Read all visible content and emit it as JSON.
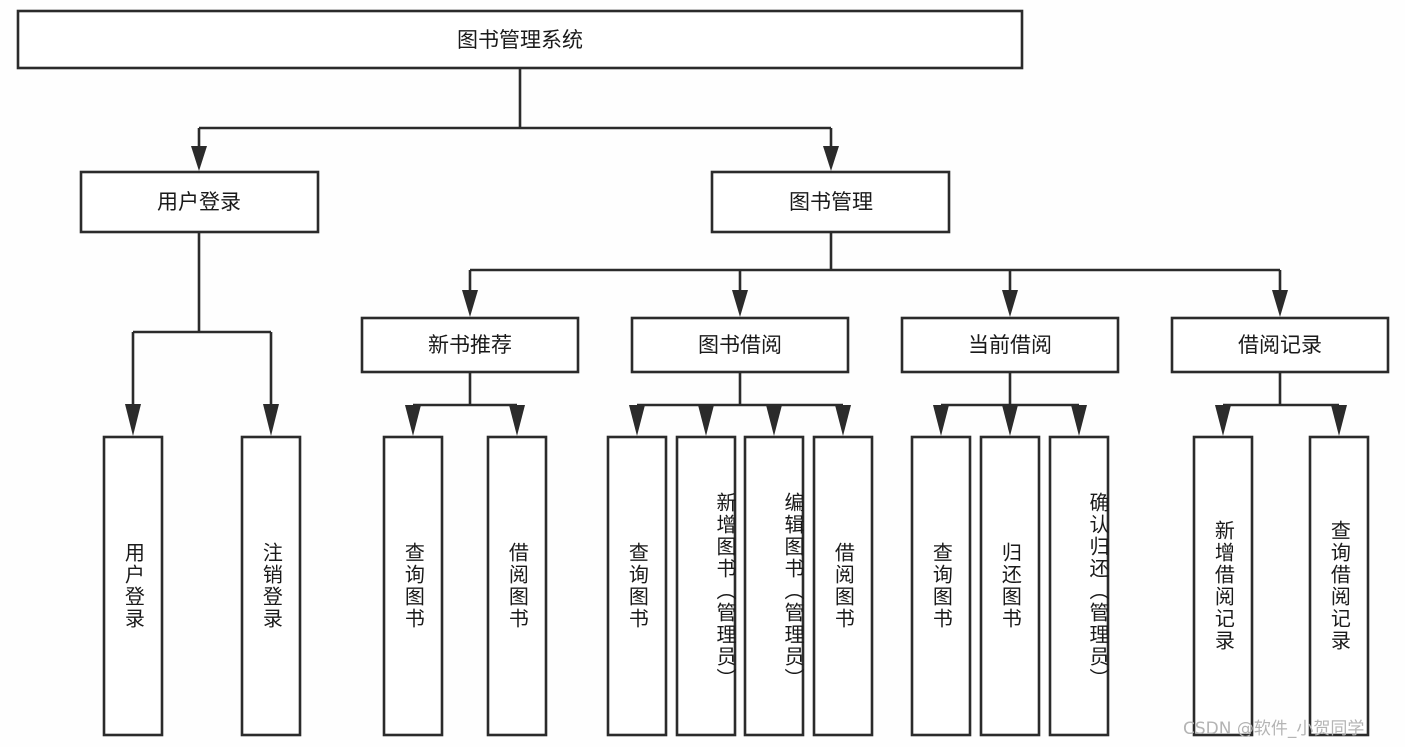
{
  "diagram": {
    "type": "tree-hierarchy",
    "title": "图书管理系统",
    "orientation": "top-down",
    "colors": {
      "background": "#fefefe",
      "box_fill": "#ffffff",
      "stroke": "#2b2b2b",
      "text": "#1a1a1a",
      "watermark": "#b4b4b4"
    },
    "root": {
      "id": "root",
      "label": "图书管理系统",
      "orientation": "horizontal"
    },
    "level2": [
      {
        "id": "user-login",
        "label": "用户登录",
        "orientation": "horizontal"
      },
      {
        "id": "book-manage",
        "label": "图书管理",
        "orientation": "horizontal"
      }
    ],
    "level3": [
      {
        "id": "new-book-recommend",
        "label": "新书推荐",
        "parent": "book-manage",
        "orientation": "horizontal"
      },
      {
        "id": "book-borrow",
        "label": "图书借阅",
        "parent": "book-manage",
        "orientation": "horizontal"
      },
      {
        "id": "current-borrow",
        "label": "当前借阅",
        "parent": "book-manage",
        "orientation": "horizontal"
      },
      {
        "id": "borrow-record",
        "label": "借阅记录",
        "parent": "book-manage",
        "orientation": "horizontal"
      }
    ],
    "leaves": [
      {
        "id": "leaf-user-login",
        "label": "用户登录",
        "parent": "user-login",
        "orientation": "vertical"
      },
      {
        "id": "leaf-logout-login",
        "label": "注销登录",
        "parent": "user-login",
        "orientation": "vertical"
      },
      {
        "id": "leaf-query-book-1",
        "label": "查询图书",
        "parent": "new-book-recommend",
        "orientation": "vertical"
      },
      {
        "id": "leaf-borrow-book-1",
        "label": "借阅图书",
        "parent": "new-book-recommend",
        "orientation": "vertical"
      },
      {
        "id": "leaf-query-book-2",
        "label": "查询图书",
        "parent": "book-borrow",
        "orientation": "vertical"
      },
      {
        "id": "leaf-add-book",
        "label": "新增图书（管理员）",
        "parent": "book-borrow",
        "orientation": "vertical"
      },
      {
        "id": "leaf-edit-book",
        "label": "编辑图书（管理员）",
        "parent": "book-borrow",
        "orientation": "vertical"
      },
      {
        "id": "leaf-borrow-book-2",
        "label": "借阅图书",
        "parent": "book-borrow",
        "orientation": "vertical"
      },
      {
        "id": "leaf-query-book-3",
        "label": "查询图书",
        "parent": "current-borrow",
        "orientation": "vertical"
      },
      {
        "id": "leaf-return-book",
        "label": "归还图书",
        "parent": "current-borrow",
        "orientation": "vertical"
      },
      {
        "id": "leaf-confirm-return",
        "label": "确认归还（管理员）",
        "parent": "current-borrow",
        "orientation": "vertical"
      },
      {
        "id": "leaf-add-record",
        "label": "新增借阅记录",
        "parent": "borrow-record",
        "orientation": "vertical"
      },
      {
        "id": "leaf-query-record",
        "label": "查询借阅记录",
        "parent": "borrow-record",
        "orientation": "vertical"
      }
    ]
  },
  "watermark": {
    "text": "CSDN @软件_小贺同学"
  }
}
